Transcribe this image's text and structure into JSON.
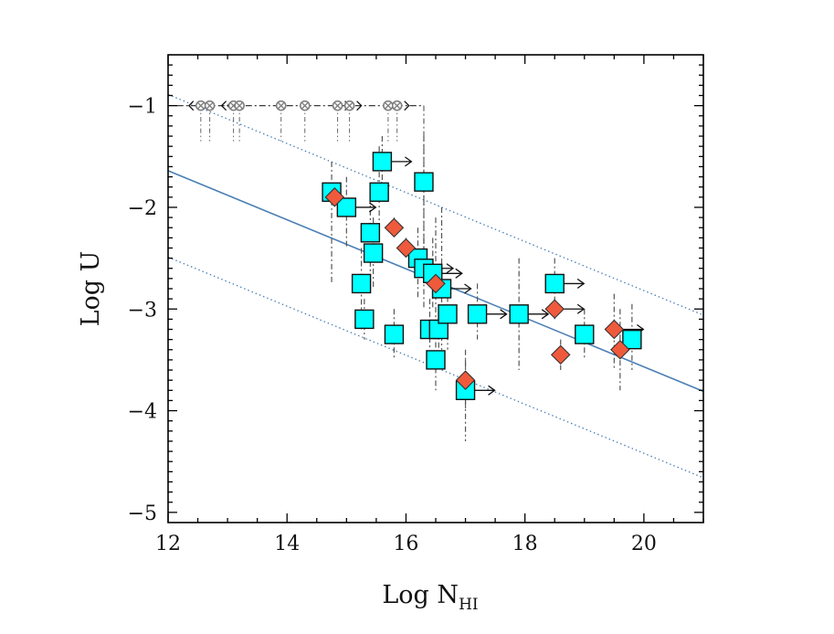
{
  "chart_data": {
    "type": "scatter",
    "title": "",
    "xlabel": "Log N",
    "xlabel_subscript": "HI",
    "ylabel": "Log U",
    "xlim": [
      12,
      21
    ],
    "ylim": [
      -5.1,
      -0.5
    ],
    "x_ticks": [
      12,
      14,
      16,
      18,
      20
    ],
    "x_tick_labels": [
      "12",
      "14",
      "16",
      "18",
      "20"
    ],
    "y_ticks": [
      -1,
      -2,
      -3,
      -4,
      -5
    ],
    "y_tick_labels": [
      "−1",
      "−2",
      "−3",
      "−4",
      "−5"
    ],
    "grid": false,
    "legend": "none",
    "colors": {
      "squares": "#00ffff",
      "diamonds": "#f05a3c",
      "fit_line": "#4a7fb5",
      "upper_limits": "#808080",
      "error_bars": "#555555"
    },
    "fit_line": {
      "x": [
        12,
        21
      ],
      "y": [
        -1.64,
        -3.81
      ]
    },
    "fit_bounds": [
      {
        "x": [
          12,
          21
        ],
        "y": [
          -0.89,
          -3.06
        ]
      },
      {
        "x": [
          12,
          21
        ],
        "y": [
          -2.49,
          -4.66
        ]
      }
    ],
    "series": [
      {
        "marker": "square",
        "points": [
          {
            "x": 14.75,
            "y": -1.85,
            "ylo": -2.75,
            "yhi": -1.55,
            "arrow": false
          },
          {
            "x": 15.0,
            "y": -2.0,
            "ylo": -2.4,
            "yhi": -1.7,
            "arrow": true
          },
          {
            "x": 15.25,
            "y": -2.75,
            "ylo": -3.2,
            "yhi": -2.4,
            "arrow": false
          },
          {
            "x": 15.3,
            "y": -3.1,
            "ylo": -3.3,
            "yhi": -2.9,
            "arrow": false
          },
          {
            "x": 15.4,
            "y": -2.25,
            "ylo": -2.7,
            "yhi": -1.9,
            "arrow": false
          },
          {
            "x": 15.45,
            "y": -2.45,
            "ylo": -2.8,
            "yhi": -2.1,
            "arrow": false
          },
          {
            "x": 15.55,
            "y": -1.85,
            "ylo": -2.3,
            "yhi": -1.4,
            "arrow": false
          },
          {
            "x": 15.6,
            "y": -1.55,
            "ylo": -1.9,
            "yhi": -1.3,
            "arrow": true
          },
          {
            "x": 15.8,
            "y": -3.25,
            "ylo": -3.5,
            "yhi": -3.0,
            "arrow": false
          },
          {
            "x": 16.2,
            "y": -2.5,
            "ylo": -2.9,
            "yhi": -2.2,
            "arrow": false
          },
          {
            "x": 16.3,
            "y": -2.6,
            "ylo": -3.0,
            "yhi": -2.3,
            "arrow": true
          },
          {
            "x": 16.3,
            "y": -1.75,
            "ylo": -2.6,
            "yhi": -1.3,
            "arrow": false
          },
          {
            "x": 16.4,
            "y": -3.2,
            "ylo": -3.4,
            "yhi": -2.9,
            "arrow": false
          },
          {
            "x": 16.45,
            "y": -2.65,
            "ylo": -3.0,
            "yhi": -2.3,
            "arrow": true
          },
          {
            "x": 16.5,
            "y": -3.5,
            "ylo": -3.8,
            "yhi": -3.2,
            "arrow": false
          },
          {
            "x": 16.55,
            "y": -3.2,
            "ylo": -3.5,
            "yhi": -2.95,
            "arrow": false
          },
          {
            "x": 16.6,
            "y": -2.8,
            "ylo": -3.4,
            "yhi": -2.0,
            "arrow": true
          },
          {
            "x": 16.7,
            "y": -3.05,
            "ylo": -3.4,
            "yhi": -2.75,
            "arrow": false
          },
          {
            "x": 17.0,
            "y": -3.8,
            "ylo": -4.0,
            "yhi": -3.5,
            "arrow": true
          },
          {
            "x": 17.2,
            "y": -3.05,
            "ylo": -3.3,
            "yhi": -2.75,
            "arrow": true
          },
          {
            "x": 17.9,
            "y": -3.05,
            "ylo": -3.6,
            "yhi": -2.5,
            "arrow": true
          },
          {
            "x": 18.5,
            "y": -2.75,
            "ylo": -3.1,
            "yhi": -2.5,
            "arrow": true
          },
          {
            "x": 19.0,
            "y": -3.25,
            "ylo": -3.5,
            "yhi": -3.0,
            "arrow": false
          },
          {
            "x": 19.8,
            "y": -3.3,
            "ylo": -3.6,
            "yhi": -2.95,
            "arrow": false
          }
        ]
      },
      {
        "marker": "diamond",
        "points": [
          {
            "x": 14.8,
            "y": -1.9,
            "ylo": -2.0,
            "yhi": -1.8,
            "arrow": false
          },
          {
            "x": 15.8,
            "y": -2.2,
            "ylo": -2.3,
            "yhi": -2.1,
            "arrow": false
          },
          {
            "x": 16.0,
            "y": -2.4,
            "ylo": -2.5,
            "yhi": -2.3,
            "arrow": false
          },
          {
            "x": 16.5,
            "y": -2.75,
            "ylo": -3.3,
            "yhi": -2.1,
            "arrow": false
          },
          {
            "x": 17.0,
            "y": -3.7,
            "ylo": -4.3,
            "yhi": -3.4,
            "arrow": false
          },
          {
            "x": 18.5,
            "y": -3.0,
            "ylo": -3.1,
            "yhi": -2.9,
            "arrow": true
          },
          {
            "x": 18.6,
            "y": -3.45,
            "ylo": -3.6,
            "yhi": -3.3,
            "arrow": false
          },
          {
            "x": 19.5,
            "y": -3.2,
            "ylo": -3.6,
            "yhi": -2.85,
            "arrow": true
          },
          {
            "x": 19.6,
            "y": -3.4,
            "ylo": -3.8,
            "yhi": -3.0,
            "arrow": false
          }
        ]
      },
      {
        "marker": "circle-x",
        "y": -1,
        "points": [
          {
            "x": 12.55,
            "arrow": "left"
          },
          {
            "x": 12.7,
            "arrow": "left"
          },
          {
            "x": 13.1,
            "arrow": "left"
          },
          {
            "x": 13.2,
            "arrow": "left"
          },
          {
            "x": 13.9,
            "arrow": "none"
          },
          {
            "x": 14.3,
            "arrow": "none"
          },
          {
            "x": 14.85,
            "arrow": "right"
          },
          {
            "x": 15.05,
            "arrow": "right"
          },
          {
            "x": 15.7,
            "arrow": "right"
          },
          {
            "x": 15.85,
            "arrow": "right"
          }
        ],
        "left_limit_to": 12.15,
        "right_limit_to": 16.3
      }
    ]
  }
}
